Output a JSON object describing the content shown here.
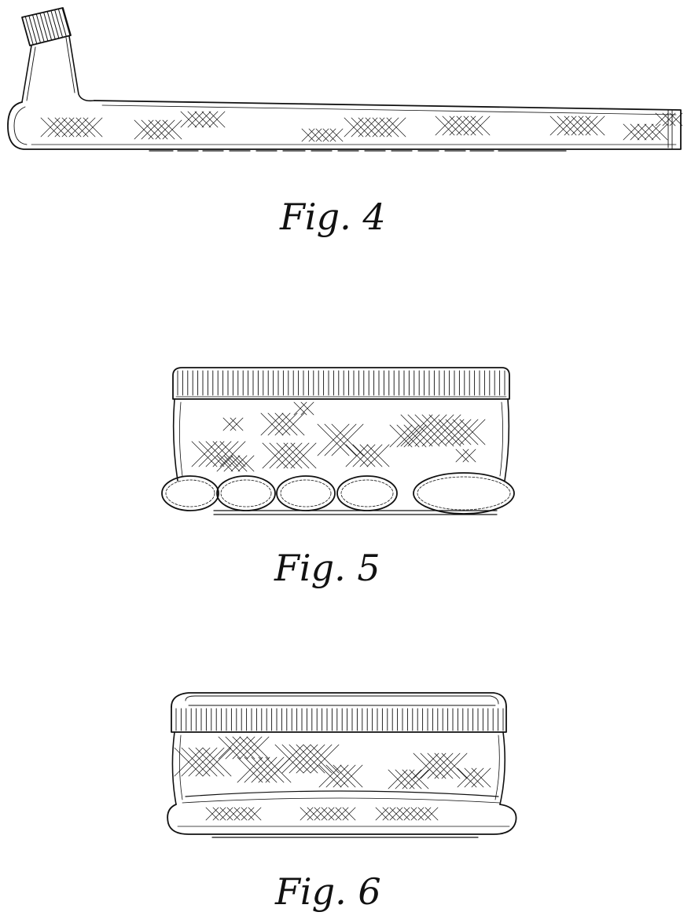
{
  "figures": [
    {
      "id": "fig4",
      "label": "Fig. 4",
      "view": "side"
    },
    {
      "id": "fig5",
      "label": "Fig. 5",
      "view": "end"
    },
    {
      "id": "fig6",
      "label": "Fig. 6",
      "view": "opposite-end"
    }
  ],
  "colors": {
    "line": "#111111",
    "background": "#ffffff"
  }
}
